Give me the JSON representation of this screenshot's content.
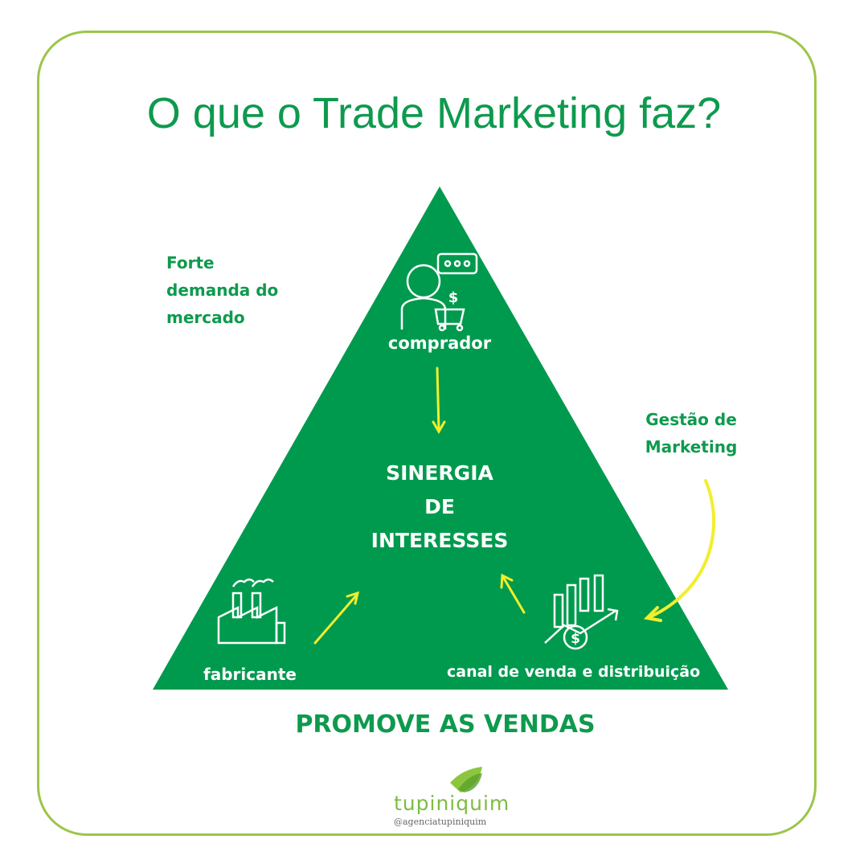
{
  "title": "O que o Trade Marketing faz?",
  "left_note": [
    "Forte",
    "demanda do",
    "mercado"
  ],
  "right_note": [
    "Gestão de",
    "Marketing"
  ],
  "triangle": {
    "top": "comprador",
    "center": [
      "SINERGIA",
      "DE",
      "INTERESSES"
    ],
    "bottom_left": "fabricante",
    "bottom_right": "canal de venda e distribuição"
  },
  "footer": "PROMOVE AS VENDAS",
  "brand": {
    "name": "tupiniquim",
    "handle": "@agenciatupiniquim"
  },
  "colors": {
    "green": "#009a4e",
    "accent": "#f2ee2c",
    "frame": "#9cc54a"
  }
}
